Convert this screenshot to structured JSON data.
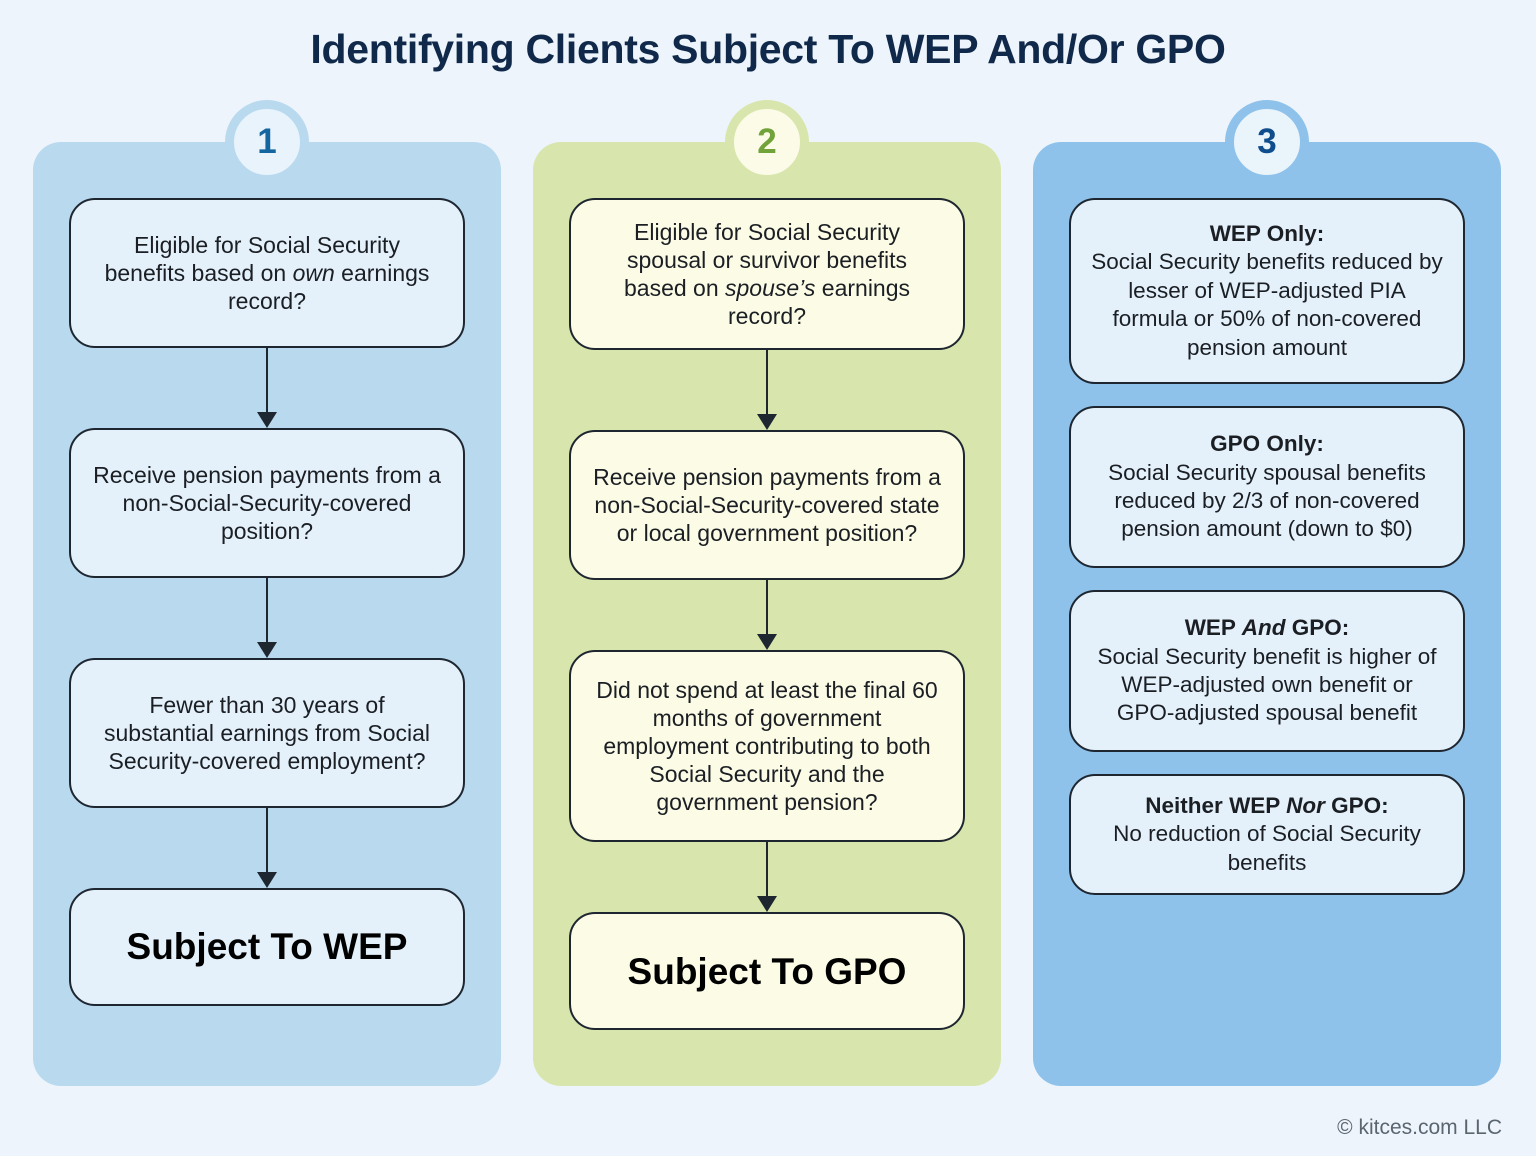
{
  "page": {
    "title": "Identifying Clients Subject To WEP And/Or GPO",
    "background_color": "#edf4fb",
    "title_color": "#10294a",
    "footer": "© kitces.com LLC"
  },
  "columns": [
    {
      "id": "wep-path",
      "step_number": "1",
      "panel_color": "#b9d9ef",
      "badge_fill": "#e8f3fb",
      "badge_text_color": "#1466a0",
      "node_fill": "#e4f1fb",
      "nodes": [
        {
          "kind": "question",
          "text_before": "Eligible for Social Security benefits based on ",
          "emphasis": "own",
          "text_after": " earnings record?"
        },
        {
          "kind": "question",
          "text_before": "Receive pension payments from a non-Social-Security-covered position?",
          "emphasis": "",
          "text_after": ""
        },
        {
          "kind": "question",
          "text_before": "Fewer than 30 years of substantial earnings from Social Security-covered employment?",
          "emphasis": "",
          "text_after": ""
        },
        {
          "kind": "terminal",
          "text_before": "Subject To WEP",
          "emphasis": "",
          "text_after": ""
        }
      ]
    },
    {
      "id": "gpo-path",
      "step_number": "2",
      "panel_color": "#d8e6ad",
      "badge_fill": "#fbfbe8",
      "badge_text_color": "#72a33a",
      "node_fill": "#fbfbe6",
      "nodes": [
        {
          "kind": "question",
          "text_before": "Eligible for Social Security spousal or survivor benefits based on ",
          "emphasis": "spouse’s",
          "text_after": " earnings record?"
        },
        {
          "kind": "question",
          "text_before": "Receive pension payments from a non-Social-Security-covered state or local government position?",
          "emphasis": "",
          "text_after": ""
        },
        {
          "kind": "question",
          "text_before": "Did not spend at least the final 60 months of government employment contributing to both Social Security and the government pension?",
          "emphasis": "",
          "text_after": ""
        },
        {
          "kind": "terminal",
          "text_before": "Subject To GPO",
          "emphasis": "",
          "text_after": ""
        }
      ]
    },
    {
      "id": "outcomes",
      "step_number": "3",
      "panel_color": "#8fc2ea",
      "badge_fill": "#eaf4fb",
      "badge_text_color": "#0f4d8c",
      "node_fill": "#e4f1fb",
      "nodes": [
        {
          "kind": "outcome",
          "header_before": "WEP Only:",
          "header_emphasis": "",
          "header_after": "",
          "body": "Social Security benefits reduced by lesser of WEP-adjusted PIA formula or 50% of non-covered pension amount"
        },
        {
          "kind": "outcome",
          "header_before": "GPO Only:",
          "header_emphasis": "",
          "header_after": "",
          "body": "Social Security spousal benefits reduced by 2/3 of non-covered pension amount (down to $0)"
        },
        {
          "kind": "outcome",
          "header_before": "WEP ",
          "header_emphasis": "And",
          "header_after": " GPO:",
          "body": "Social Security benefit is higher of WEP-adjusted own benefit or GPO-adjusted spousal benefit"
        },
        {
          "kind": "outcome",
          "header_before": "Neither WEP ",
          "header_emphasis": "Nor",
          "header_after": " GPO:",
          "body": "No reduction of Social Security benefits"
        }
      ]
    }
  ]
}
